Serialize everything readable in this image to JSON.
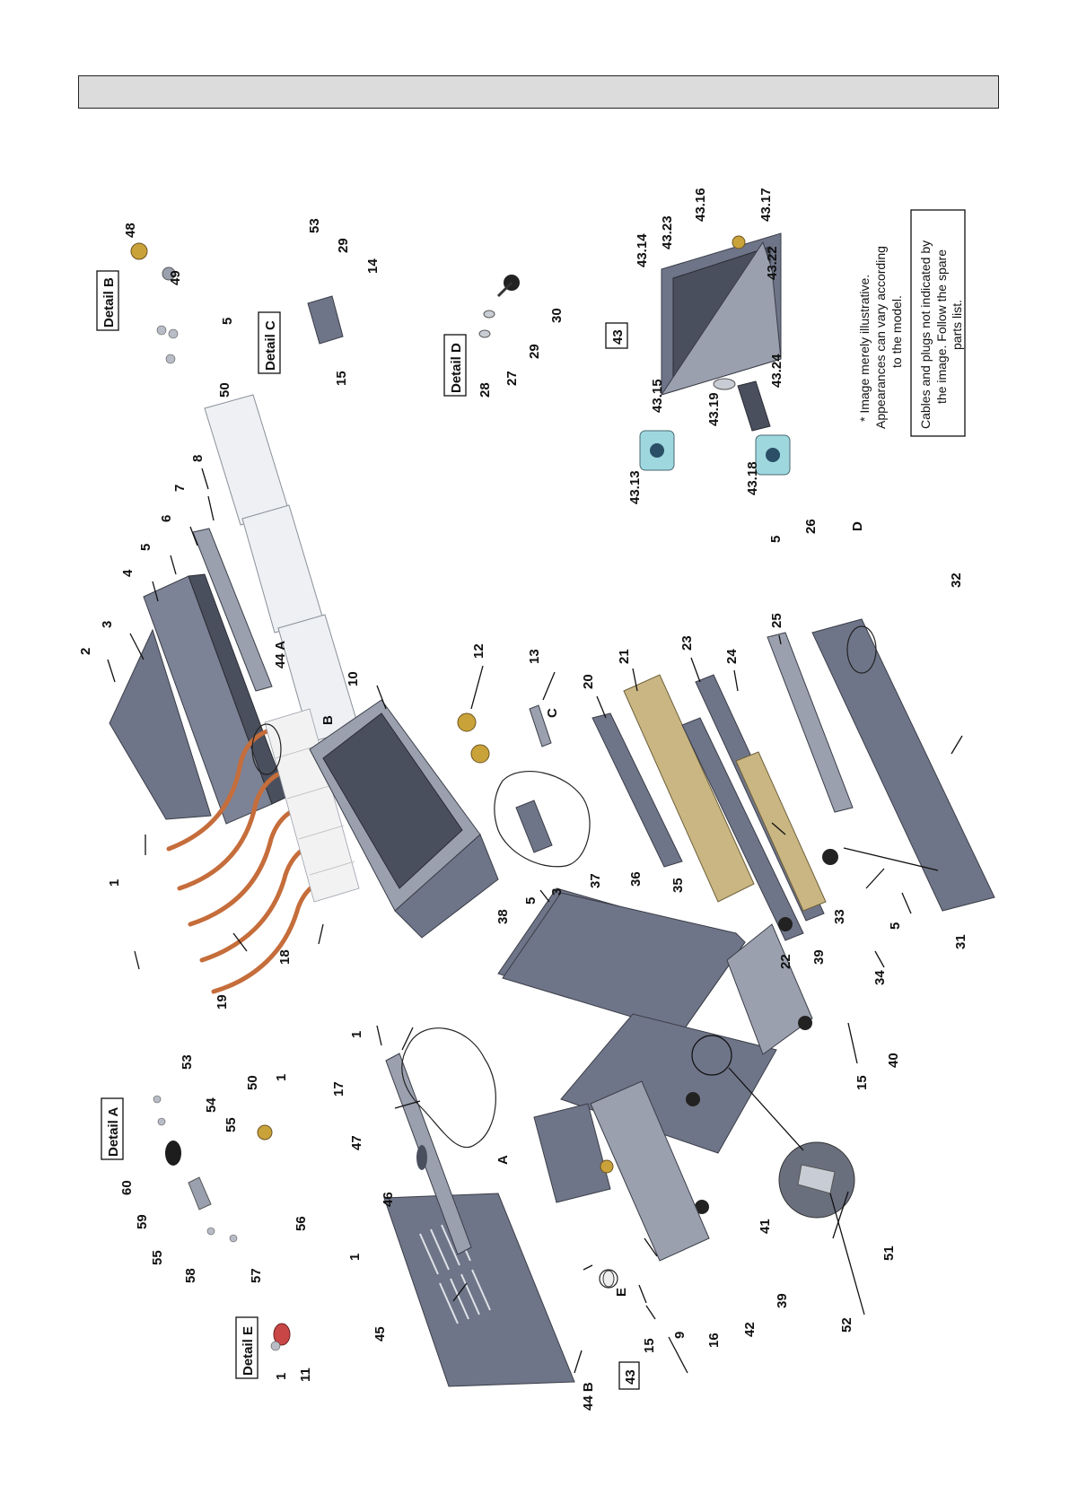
{
  "header": {
    "title": ""
  },
  "details": {
    "a": "Detail A",
    "b": "Detail B",
    "c": "Detail C",
    "d": "Detail D",
    "e": "Detail E"
  },
  "group_43": "43",
  "notes": {
    "illustrative": [
      "* Image merely illustrative.",
      "Appearances can vary according",
      "to the model."
    ],
    "cables": [
      "Cables and plugs not indicated by",
      "the image. Follow the spare",
      "parts list."
    ]
  },
  "callouts": {
    "c1": "1",
    "c2": "2",
    "c3": "3",
    "c4": "4",
    "c5": "5",
    "c6": "6",
    "c7": "7",
    "c8": "8",
    "c9": "9",
    "c10": "10",
    "c11": "11",
    "c12": "12",
    "c13": "13",
    "c14": "14",
    "c15": "15",
    "c16": "16",
    "c17": "17",
    "c18": "18",
    "c19": "19",
    "c20": "20",
    "c21": "21",
    "c22": "22",
    "c23": "23",
    "c24": "24",
    "c25": "25",
    "c26": "26",
    "c27": "27",
    "c28": "28",
    "c29": "29",
    "c30": "30",
    "c31": "31",
    "c32": "32",
    "c33": "33",
    "c34": "34",
    "c35": "35",
    "c36": "36",
    "c37": "37",
    "c38": "38",
    "c39": "39",
    "c40": "40",
    "c41": "41",
    "c42": "42",
    "c44a": "44 A",
    "c44b": "44 B",
    "c45": "45",
    "c46": "46",
    "c47": "47",
    "c48": "48",
    "c49": "49",
    "c50": "50",
    "c51": "51",
    "c52": "52",
    "c53": "53",
    "c54": "54",
    "c55": "55",
    "c56": "56",
    "c57": "57",
    "c58": "58",
    "c59": "59",
    "c60": "60",
    "cA": "A",
    "cB": "B",
    "cC": "C",
    "cD": "D",
    "cE": "E",
    "c43_13": "43.13",
    "c43_14": "43.14",
    "c43_15": "43.15",
    "c43_16": "43.16",
    "c43_17": "43.17",
    "c43_18": "43.18",
    "c43_19": "43.19",
    "c43_22": "43.22",
    "c43_23": "43.23",
    "c43_24": "43.24"
  }
}
